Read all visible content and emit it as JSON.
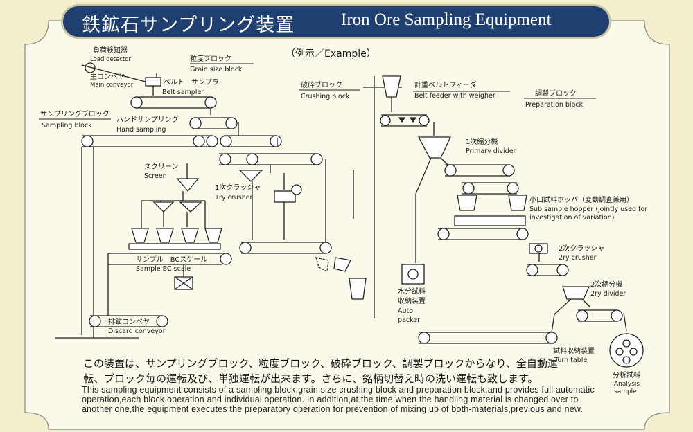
{
  "title": {
    "jp": "鉄鉱石サンプリング装置",
    "en": "Iron Ore Sampling Equipment"
  },
  "example": "（例示／Example）",
  "labels": {
    "load_detector_jp": "負荷検知器",
    "load_detector_en": "Load detector",
    "main_conveyor_jp": "主コンベヤ",
    "main_conveyor_en": "Main conveyor",
    "grain_size_block_jp": "粒度ブロック",
    "grain_size_block_en": "Grain size block",
    "belt_sampler_jp": "ベルト　サンプラ",
    "belt_sampler_en": "Belt sampler",
    "sampling_block_jp": "サンプリングブロック",
    "sampling_block_en": "Sampling block",
    "hand_sampling_jp": "ハンドサンプリング",
    "hand_sampling_en": "Hand sampling",
    "screen_jp": "スクリーン",
    "screen_en": "Screen",
    "primary_crusher_jp": "1次クラッシャ",
    "primary_crusher_en": "1ry crusher",
    "sample_bc_scale_jp": "サンプル　BCスケール",
    "sample_bc_scale_en": "Sample BC scale",
    "discard_conveyor_jp": "排鉱コンベヤ",
    "discard_conveyor_en": "Discard conveyor",
    "crushing_block_jp": "破砕ブロック",
    "crushing_block_en": "Crushing block",
    "belt_feeder_jp": "計重ベルトフィーダ",
    "belt_feeder_en": "Belt feeder with weigher",
    "preparation_block_jp": "調製ブロック",
    "preparation_block_en": "Preparation block",
    "primary_divider_jp": "1次縮分機",
    "primary_divider_en": "Primary divider",
    "sub_sample_hopper_jp": "小口試料ホッパ（変動調査兼用）",
    "sub_sample_hopper_en1": "Sub sample hopper (jointly used for",
    "sub_sample_hopper_en2": "investigation of variation)",
    "secondary_crusher_jp": "2次クラッシャ",
    "secondary_crusher_en": "2ry crusher",
    "secondary_divider_jp": "2次縮分機",
    "secondary_divider_en": "2ry divider",
    "moisture_jp1": "水分試料",
    "moisture_jp2": "収納装置",
    "auto_packer_en1": "Auto",
    "auto_packer_en2": "packer",
    "turn_table_jp": "試料収納装置",
    "turn_table_en": "Turn table",
    "analysis_jp": "分析試料",
    "analysis_en1": "Analysis",
    "analysis_en2": "sample"
  },
  "description": {
    "jp": "この装置は、サンプリングブロック、粒度ブロック、破砕ブロック、調製ブロックからなり、全自動運転、ブロック毎の運転及び、単独運転が出来ます。さらに、銘柄切替え時の洗い運転も致します。",
    "en": "This sampling equipment consists of a sampling block,grain size crushing block and preparation block,and provides full automatic operation,each block operation and individual operation. In addition,at the time when the handling material is changed over to another one,the equipment executes the preparatory operation for prevention of mixing up of both-materials,previous and new."
  }
}
